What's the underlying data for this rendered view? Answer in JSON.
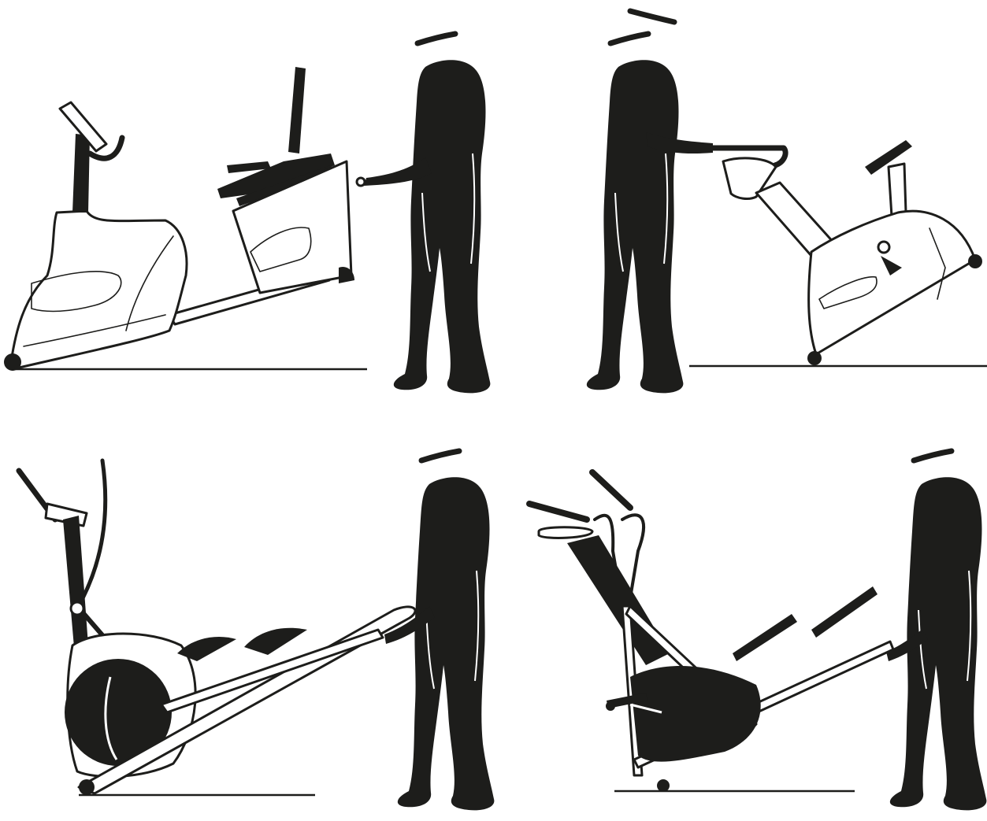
{
  "figure": {
    "panels": [
      {
        "equipment": "recumbent-bike",
        "action": "tilt-and-roll-on-front-wheels"
      },
      {
        "equipment": "upright-bike",
        "action": "tilt-and-roll-on-front-wheels"
      },
      {
        "equipment": "elliptical-trainer",
        "action": "tilt-and-roll-on-front-wheels"
      },
      {
        "equipment": "cross-trainer",
        "action": "tilt-and-roll-on-front-wheels"
      }
    ],
    "colors": {
      "ink": "#1d1d1b",
      "paper": "#ffffff"
    },
    "icons": [
      "person-silhouette",
      "transport-wheel",
      "floor-line"
    ]
  }
}
